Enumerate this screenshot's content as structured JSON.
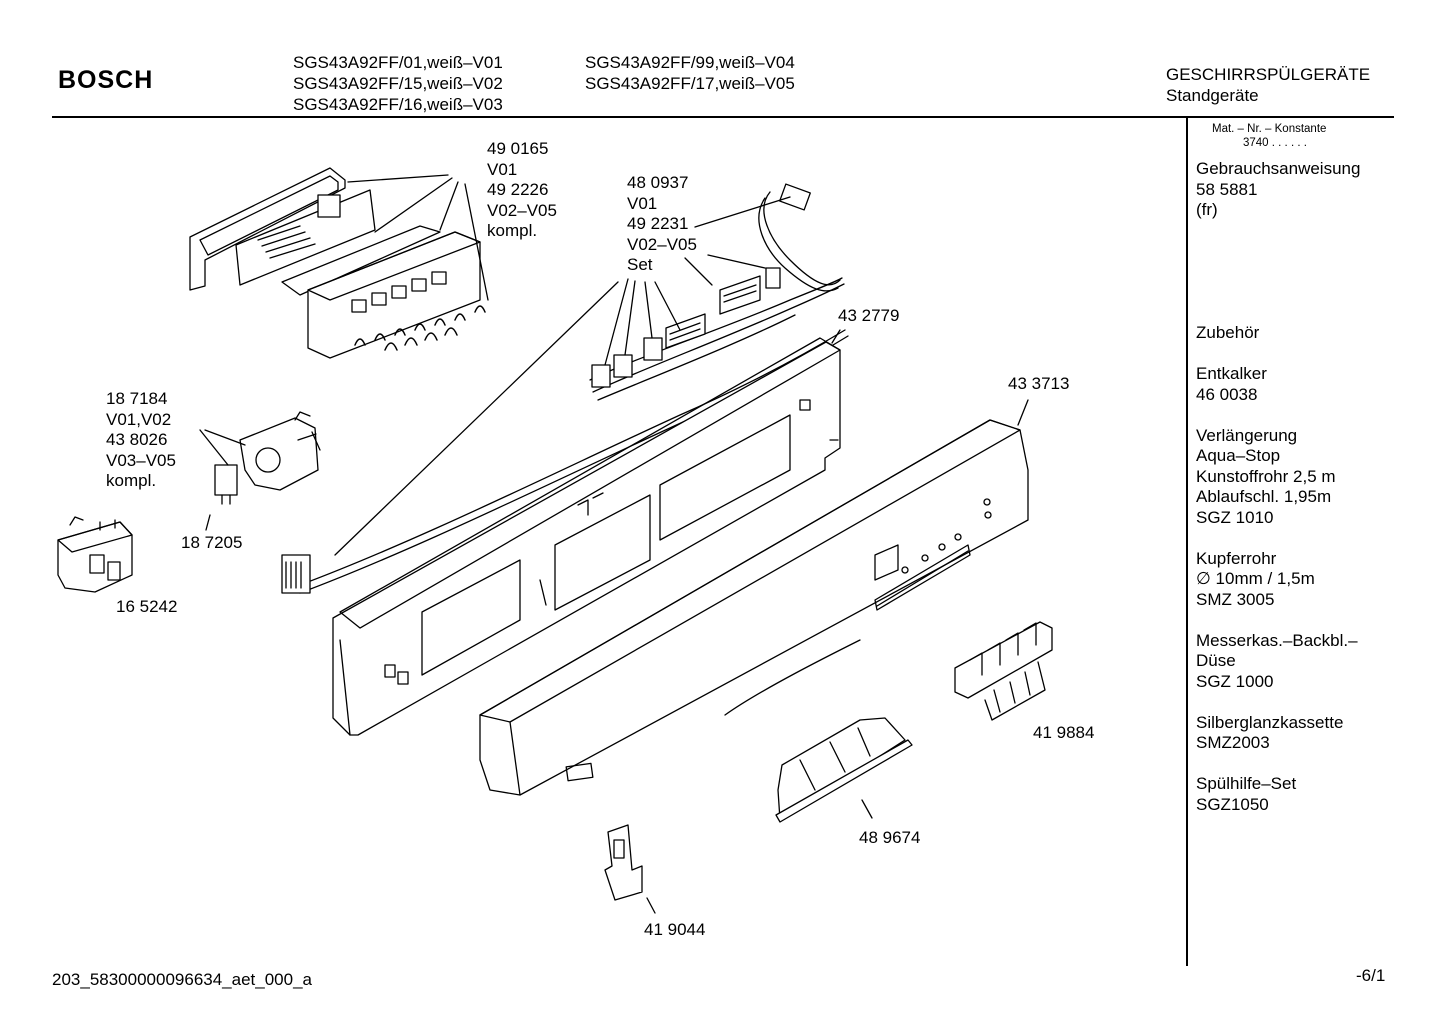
{
  "header": {
    "brand": "BOSCH",
    "models_col1": [
      "SGS43A92FF/01,weiß–V01",
      "SGS43A92FF/15,weiß–V02",
      "SGS43A92FF/16,weiß–V03"
    ],
    "models_col2": [
      "SGS43A92FF/99,weiß–V04",
      "SGS43A92FF/17,weiß–V05"
    ],
    "category": [
      "GESCHIRRSPÜLGERÄTE",
      "Standgeräte"
    ]
  },
  "sidebar": {
    "mat_nr_title": "Mat. – Nr. – Konstante",
    "mat_nr_value": "3740  .  .   .  .  .  .",
    "entries": [
      [
        "Gebrauchsanweisung",
        "58 5881",
        "(fr)"
      ],
      [],
      [],
      [
        "Zubehör"
      ],
      [
        "Entkalker",
        "46 0038"
      ],
      [
        "Verlängerung",
        "Aqua–Stop",
        "Kunstoffrohr 2,5 m",
        "Ablaufschl. 1,95m",
        "SGZ 1010"
      ],
      [
        "Kupferrohr",
        "∅ 10mm / 1,5m",
        "SMZ 3005"
      ],
      [
        "Messerkas.–Backbl.–",
        "Düse",
        "SGZ 1000"
      ],
      [
        "Silberglanzkassette",
        "SMZ2003"
      ],
      [
        "Spülhilfe–Set",
        "SGZ1050"
      ]
    ]
  },
  "parts": {
    "p490165": [
      "49 0165",
      "V01",
      "49 2226",
      "V02–V05",
      "kompl."
    ],
    "p480937": [
      "48 0937",
      "V01",
      "49 2231",
      "V02–V05",
      "Set"
    ],
    "p432779": [
      "43 2779"
    ],
    "p433713": [
      "43 3713"
    ],
    "p187184": [
      "18 7184",
      "V01,V02",
      "43 8026",
      "V03–V05",
      "kompl."
    ],
    "p187205": [
      "18 7205"
    ],
    "p165242": [
      "16 5242"
    ],
    "p419884": [
      "41 9884"
    ],
    "p489674": [
      "48 9674"
    ],
    "p419044": [
      "41 9044"
    ]
  },
  "footer": {
    "doc_id": "203_58300000096634_aet_000_a",
    "page": "-6/1"
  }
}
